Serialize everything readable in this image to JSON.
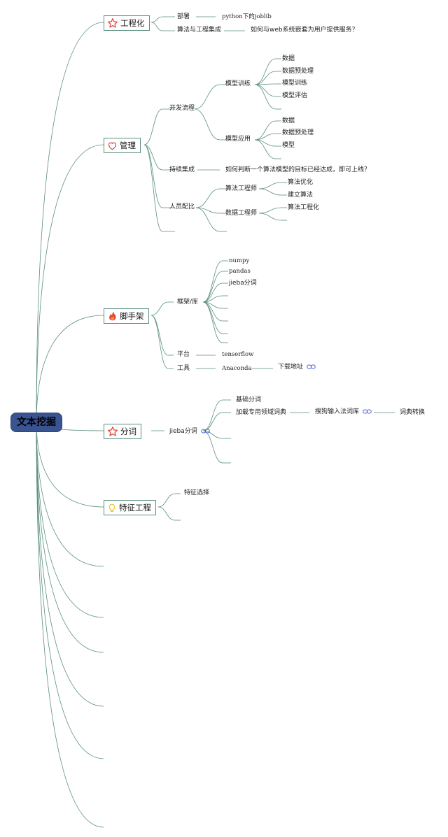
{
  "root": {
    "label": "文本挖掘"
  },
  "colors": {
    "root_fill": "#3a5391",
    "connector": "#5a8f7e",
    "topic_border": "#5a8f7e",
    "icon_red": "#e5443a",
    "icon_link": "#4a5bd1",
    "icon_bulb": "#f2c12e"
  },
  "topics": [
    {
      "label": "工程化",
      "icon": "star-icon",
      "children": [
        {
          "label": "部署",
          "children": [
            {
              "label": "python下的joblib"
            }
          ]
        },
        {
          "label": "算法与工程集成",
          "children": [
            {
              "label": "如何与web系统嵌套为用户提供服务？"
            }
          ]
        }
      ]
    },
    {
      "label": "管理",
      "icon": "heart-icon",
      "children": [
        {
          "label": "开发流程",
          "children": [
            {
              "label": "模型训练",
              "children": [
                {
                  "label": "数据"
                },
                {
                  "label": "数据预处理"
                },
                {
                  "label": "模型训练"
                },
                {
                  "label": "模型评估"
                }
              ]
            },
            {
              "label": "模型应用",
              "children": [
                {
                  "label": "数据"
                },
                {
                  "label": "数据预处理"
                },
                {
                  "label": "模型"
                }
              ]
            }
          ]
        },
        {
          "label": "持续集成",
          "children": [
            {
              "label": "如何判断一个算法模型的目标已经达成，即可上线？"
            }
          ]
        },
        {
          "label": "人员配比",
          "children": [
            {
              "label": "算法工程师",
              "children": [
                {
                  "label": "算法优化"
                },
                {
                  "label": "建立算法"
                }
              ]
            },
            {
              "label": "数据工程师",
              "children": [
                {
                  "label": "算法工程化"
                }
              ]
            }
          ]
        }
      ]
    },
    {
      "label": "脚手架",
      "icon": "fire-icon",
      "children": [
        {
          "label": "框架/库",
          "children": [
            {
              "label": "numpy"
            },
            {
              "label": "pandas"
            },
            {
              "label": "jieba分词"
            }
          ]
        },
        {
          "label": "平台",
          "children": [
            {
              "label": "tenserflow"
            }
          ]
        },
        {
          "label": "工具",
          "children": [
            {
              "label": "Anaconda",
              "children": [
                {
                  "label": "下载地址",
                  "link": true
                }
              ]
            }
          ]
        }
      ]
    },
    {
      "label": "分词",
      "icon": "star-icon",
      "children": [
        {
          "label": "jieba分词",
          "link": true,
          "children": [
            {
              "label": "基础分词"
            },
            {
              "label": "加载专用领域词典",
              "children": [
                {
                  "label": "搜狗输入法词库",
                  "link": true,
                  "children": [
                    {
                      "label": "词典转换"
                    }
                  ]
                }
              ]
            }
          ]
        }
      ]
    },
    {
      "label": "特征工程",
      "icon": "bulb-icon",
      "children": [
        {
          "label": "特征选择"
        }
      ]
    }
  ]
}
